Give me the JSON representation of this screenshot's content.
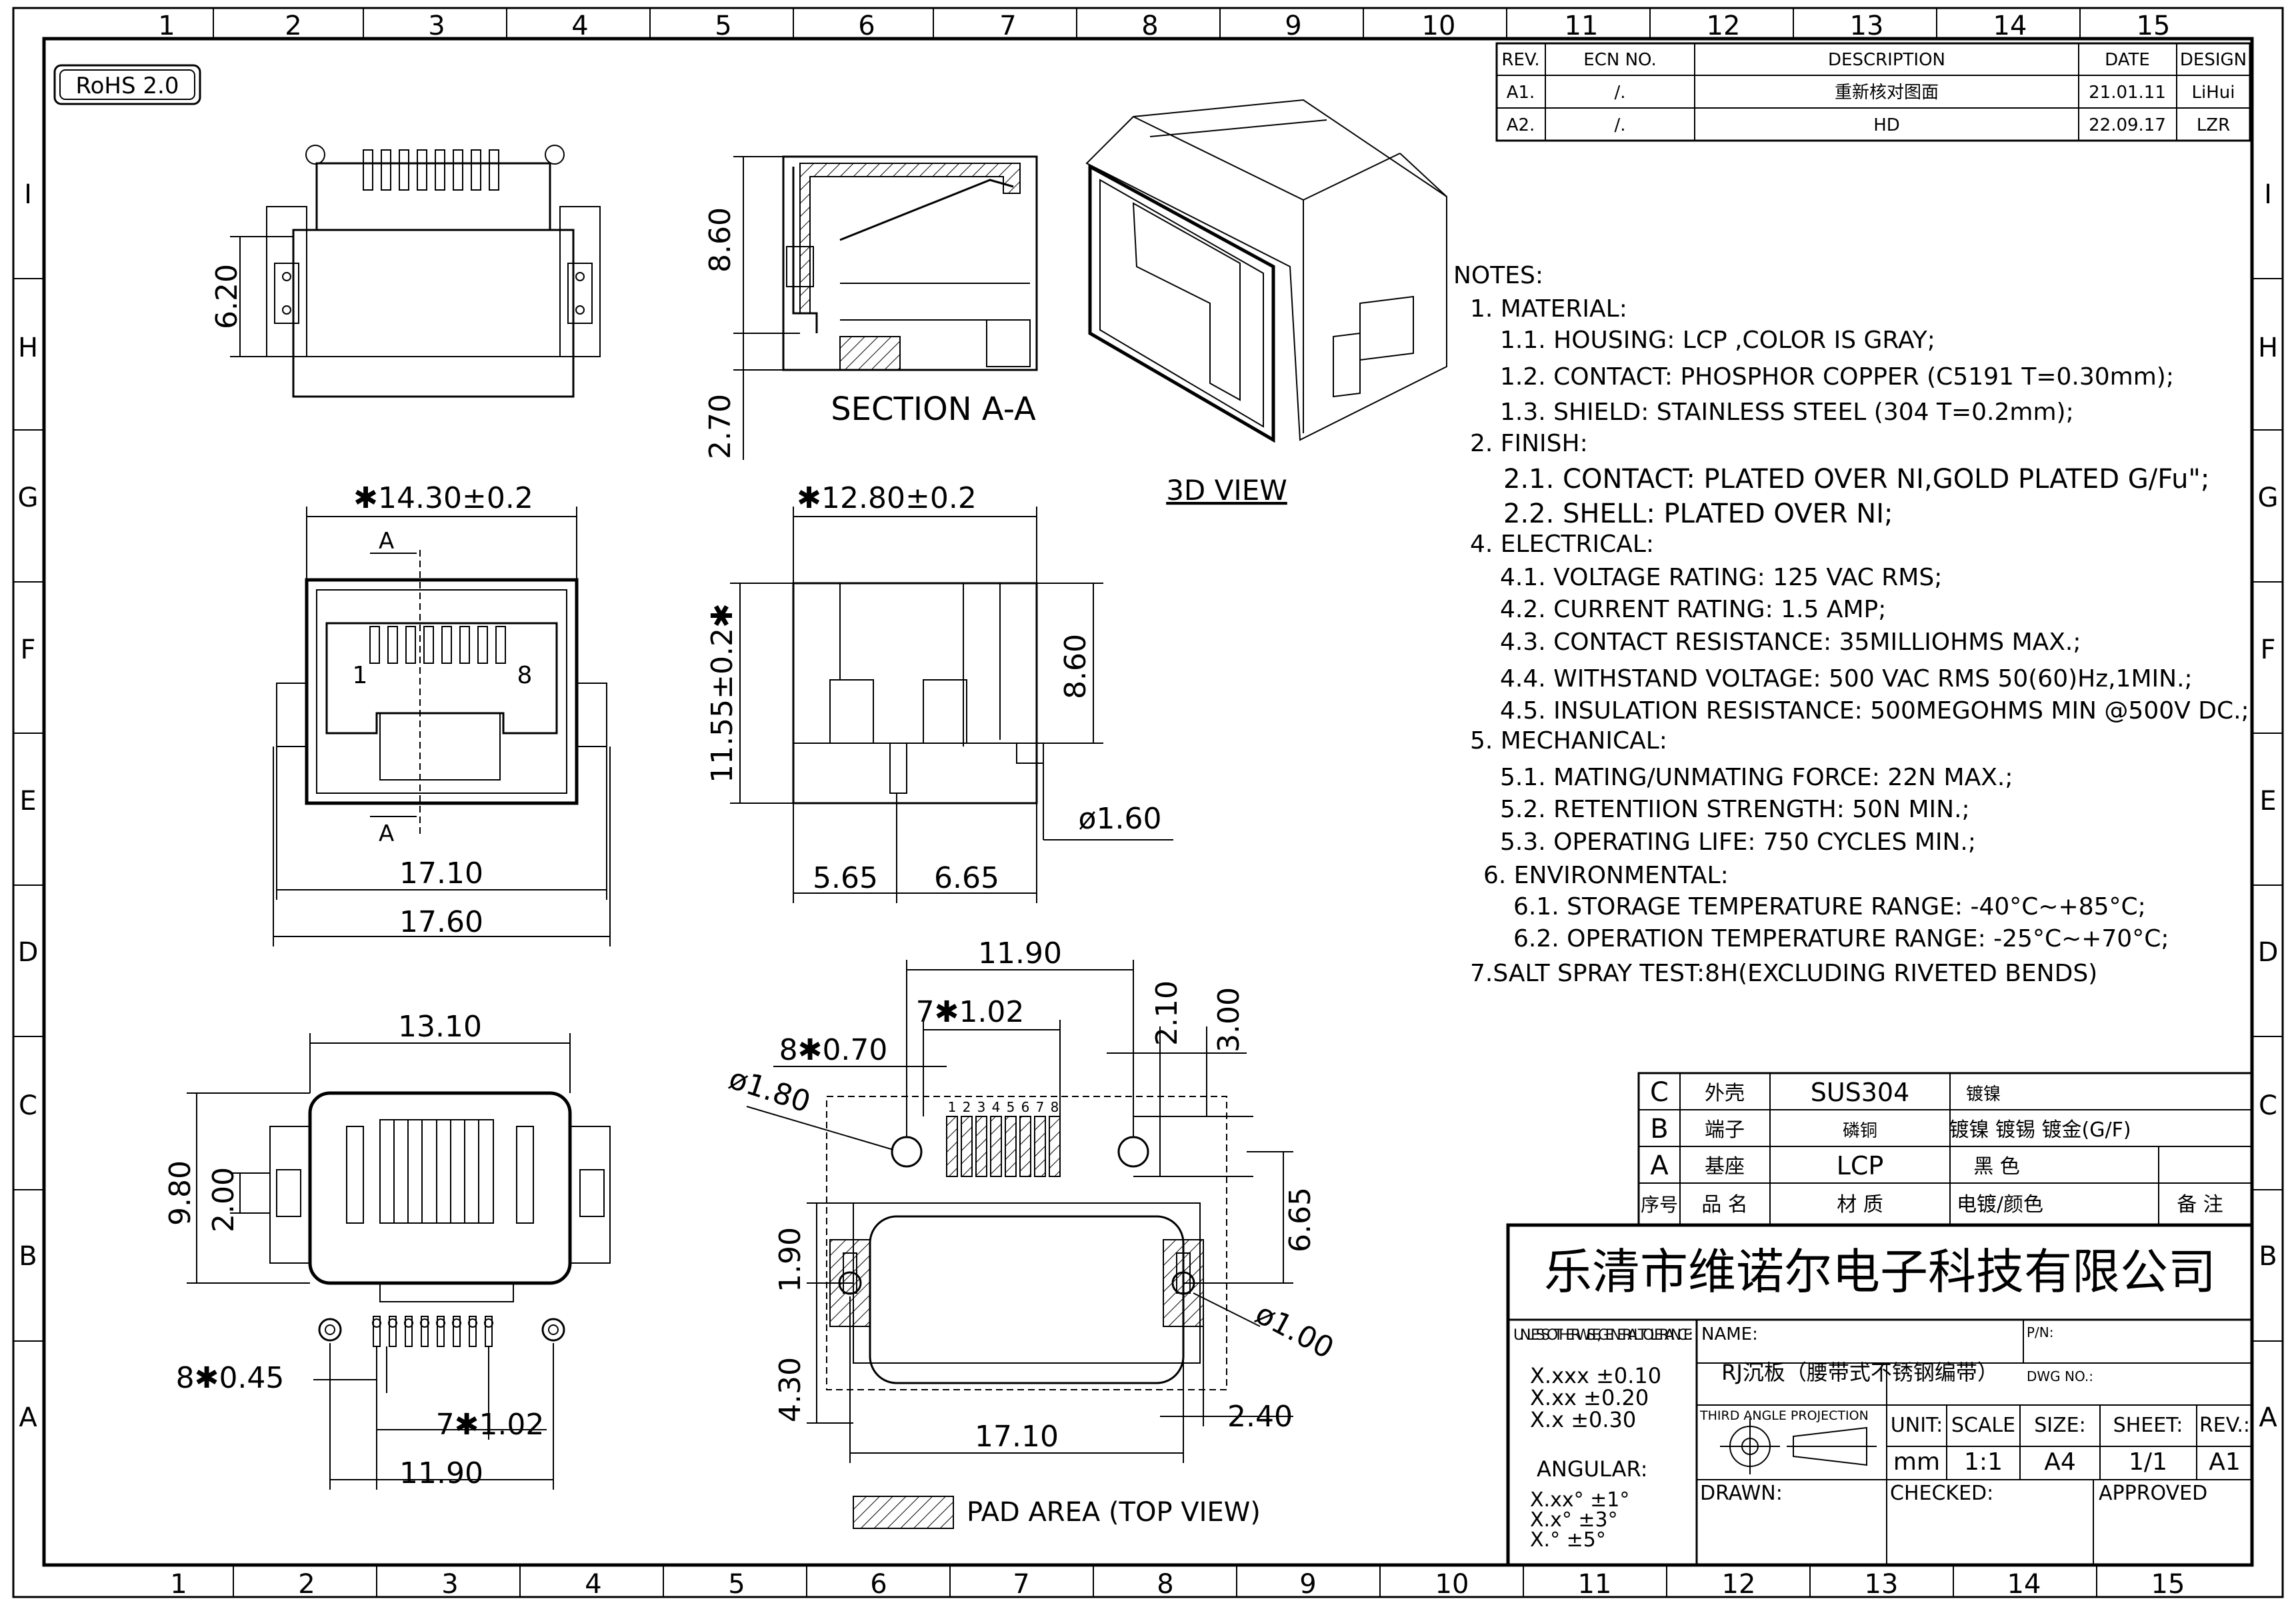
{
  "rohs": "RoHS 2.0",
  "grid": {
    "columns": [
      "1",
      "2",
      "3",
      "4",
      "5",
      "6",
      "7",
      "8",
      "9",
      "10",
      "11",
      "12",
      "13",
      "14",
      "15"
    ],
    "rows": [
      "I",
      "H",
      "G",
      "F",
      "E",
      "D",
      "C",
      "B",
      "A"
    ]
  },
  "revision_table": {
    "headers": [
      "REV.",
      "ECN  NO.",
      "DESCRIPTION",
      "DATE",
      "DESIGN"
    ],
    "rows": [
      [
        "A1.",
        "/.",
        "重新核对图面",
        "21.01.11",
        "LiHui"
      ],
      [
        "A2.",
        "/.",
        "HD",
        "22.09.17",
        "LZR"
      ]
    ]
  },
  "views": {
    "section_label": "SECTION  A-A",
    "view3d_label": "3D  VIEW",
    "pad_area_label": "PAD AREA (TOP VIEW)"
  },
  "dimensions": {
    "d620": "6.20",
    "d860a": "8.60",
    "d270": "2.70",
    "d1430": "✱14.30±0.2",
    "d1280": "✱12.80±0.2",
    "d1155": "11.55±0.2✱",
    "d860b": "8.60",
    "sec_a_top": "A",
    "sec_a_bot": "A",
    "pin1": "1",
    "pin8": "8",
    "d1710a": "17.10",
    "d1760": "17.60",
    "d160": "ø1.60",
    "d565": "5.65",
    "d665a": "6.65",
    "d1310": "13.10",
    "d980": "9.80",
    "d200": "2.00",
    "d8x045": "8✱0.45",
    "d7x102a": "7✱1.02",
    "d1190a": "11.90",
    "d1190b": "11.90",
    "d7x102b": "7✱1.02",
    "d8x070": "8✱0.70",
    "d180": "ø1.80",
    "d210": "2.10",
    "d300": "3.00",
    "d665b": "6.65",
    "d190": "1.90",
    "d430": "4.30",
    "d100": "ø1.00",
    "d1710b": "17.10",
    "d240": "2.40",
    "pad_pins": [
      "1",
      "2",
      "3",
      "4",
      "5",
      "6",
      "7",
      "8"
    ]
  },
  "notes": {
    "title": "NOTES:",
    "lines": [
      "1. MATERIAL:",
      "1.1. HOUSING: LCP ,COLOR IS GRAY;",
      "1.2. CONTACT: PHOSPHOR COPPER (C5191 T=0.30mm);",
      "1.3. SHIELD: STAINLESS STEEL (304 T=0.2mm);",
      "2. FINISH:",
      "2.1. CONTACT: PLATED OVER NI,GOLD PLATED G/Fu\";",
      "2.2. SHELL: PLATED OVER NI;",
      "4. ELECTRICAL:",
      "4.1. VOLTAGE RATING: 125 VAC RMS;",
      "4.2. CURRENT RATING: 1.5 AMP;",
      "4.3. CONTACT RESISTANCE: 35MILLIOHMS MAX.;",
      "4.4. WITHSTAND VOLTAGE: 500 VAC RMS 50(60)Hz,1MIN.;",
      "4.5. INSULATION RESISTANCE: 500MEGOHMS MIN @500V DC.;",
      "5. MECHANICAL:",
      "5.1. MATING/UNMATING FORCE: 22N MAX.;",
      "5.2. RETENTIION STRENGTH: 50N MIN.;",
      "5.3. OPERATING LIFE: 750 CYCLES MIN.;",
      "6. ENVIRONMENTAL:",
      "6.1. STORAGE TEMPERATURE RANGE: -40°C~+85°C;",
      "6.2. OPERATION TEMPERATURE RANGE: -25°C~+70°C;",
      "7.SALT SPRAY TEST:8H(EXCLUDING RIVETED BENDS)"
    ]
  },
  "bom": {
    "rows": [
      [
        "C",
        "外壳",
        "SUS304",
        "镀镍",
        ""
      ],
      [
        "B",
        "端子",
        "磷铜",
        "镀镍  镀锡  镀金(G/F)",
        ""
      ],
      [
        "A",
        "基座",
        "LCP",
        "黑  色",
        ""
      ]
    ],
    "header": [
      "序号",
      "品  名",
      "材  质",
      "电镀/颜色",
      "备  注"
    ]
  },
  "title_block": {
    "company": "乐清市维诺尔电子科技有限公司",
    "tolerance_title": "UNLESS  OTHERWISE, GENERAL TOLERANCE:",
    "tol_lines": [
      "X.xxx  ±0.10",
      "X.xx    ±0.20",
      "X.x      ±0.30"
    ],
    "angular_title": "ANGULAR:",
    "ang_lines": [
      "X.xx°    ±1°",
      "X.x°      ±3°",
      "X.°         ±5°"
    ],
    "name_label": "NAME:",
    "name_value": "RJ沉板（腰带式不锈钢编带）",
    "pn_label": "P/N:",
    "dwg_label": "DWG NO.:",
    "projection_label": "THIRD ANGLE PROJECTION",
    "unit_label": "UNIT:",
    "scale_label": "SCALE",
    "size_label": "SIZE:",
    "sheet_label": "SHEET:",
    "rev_label": "REV.:",
    "unit_value": "mm",
    "scale_value": "1:1",
    "size_value": "A4",
    "sheet_value": "1/1",
    "rev_value": "A1",
    "drawn_label": "DRAWN:",
    "checked_label": "CHECKED:",
    "approved_label": "APPROVED"
  }
}
